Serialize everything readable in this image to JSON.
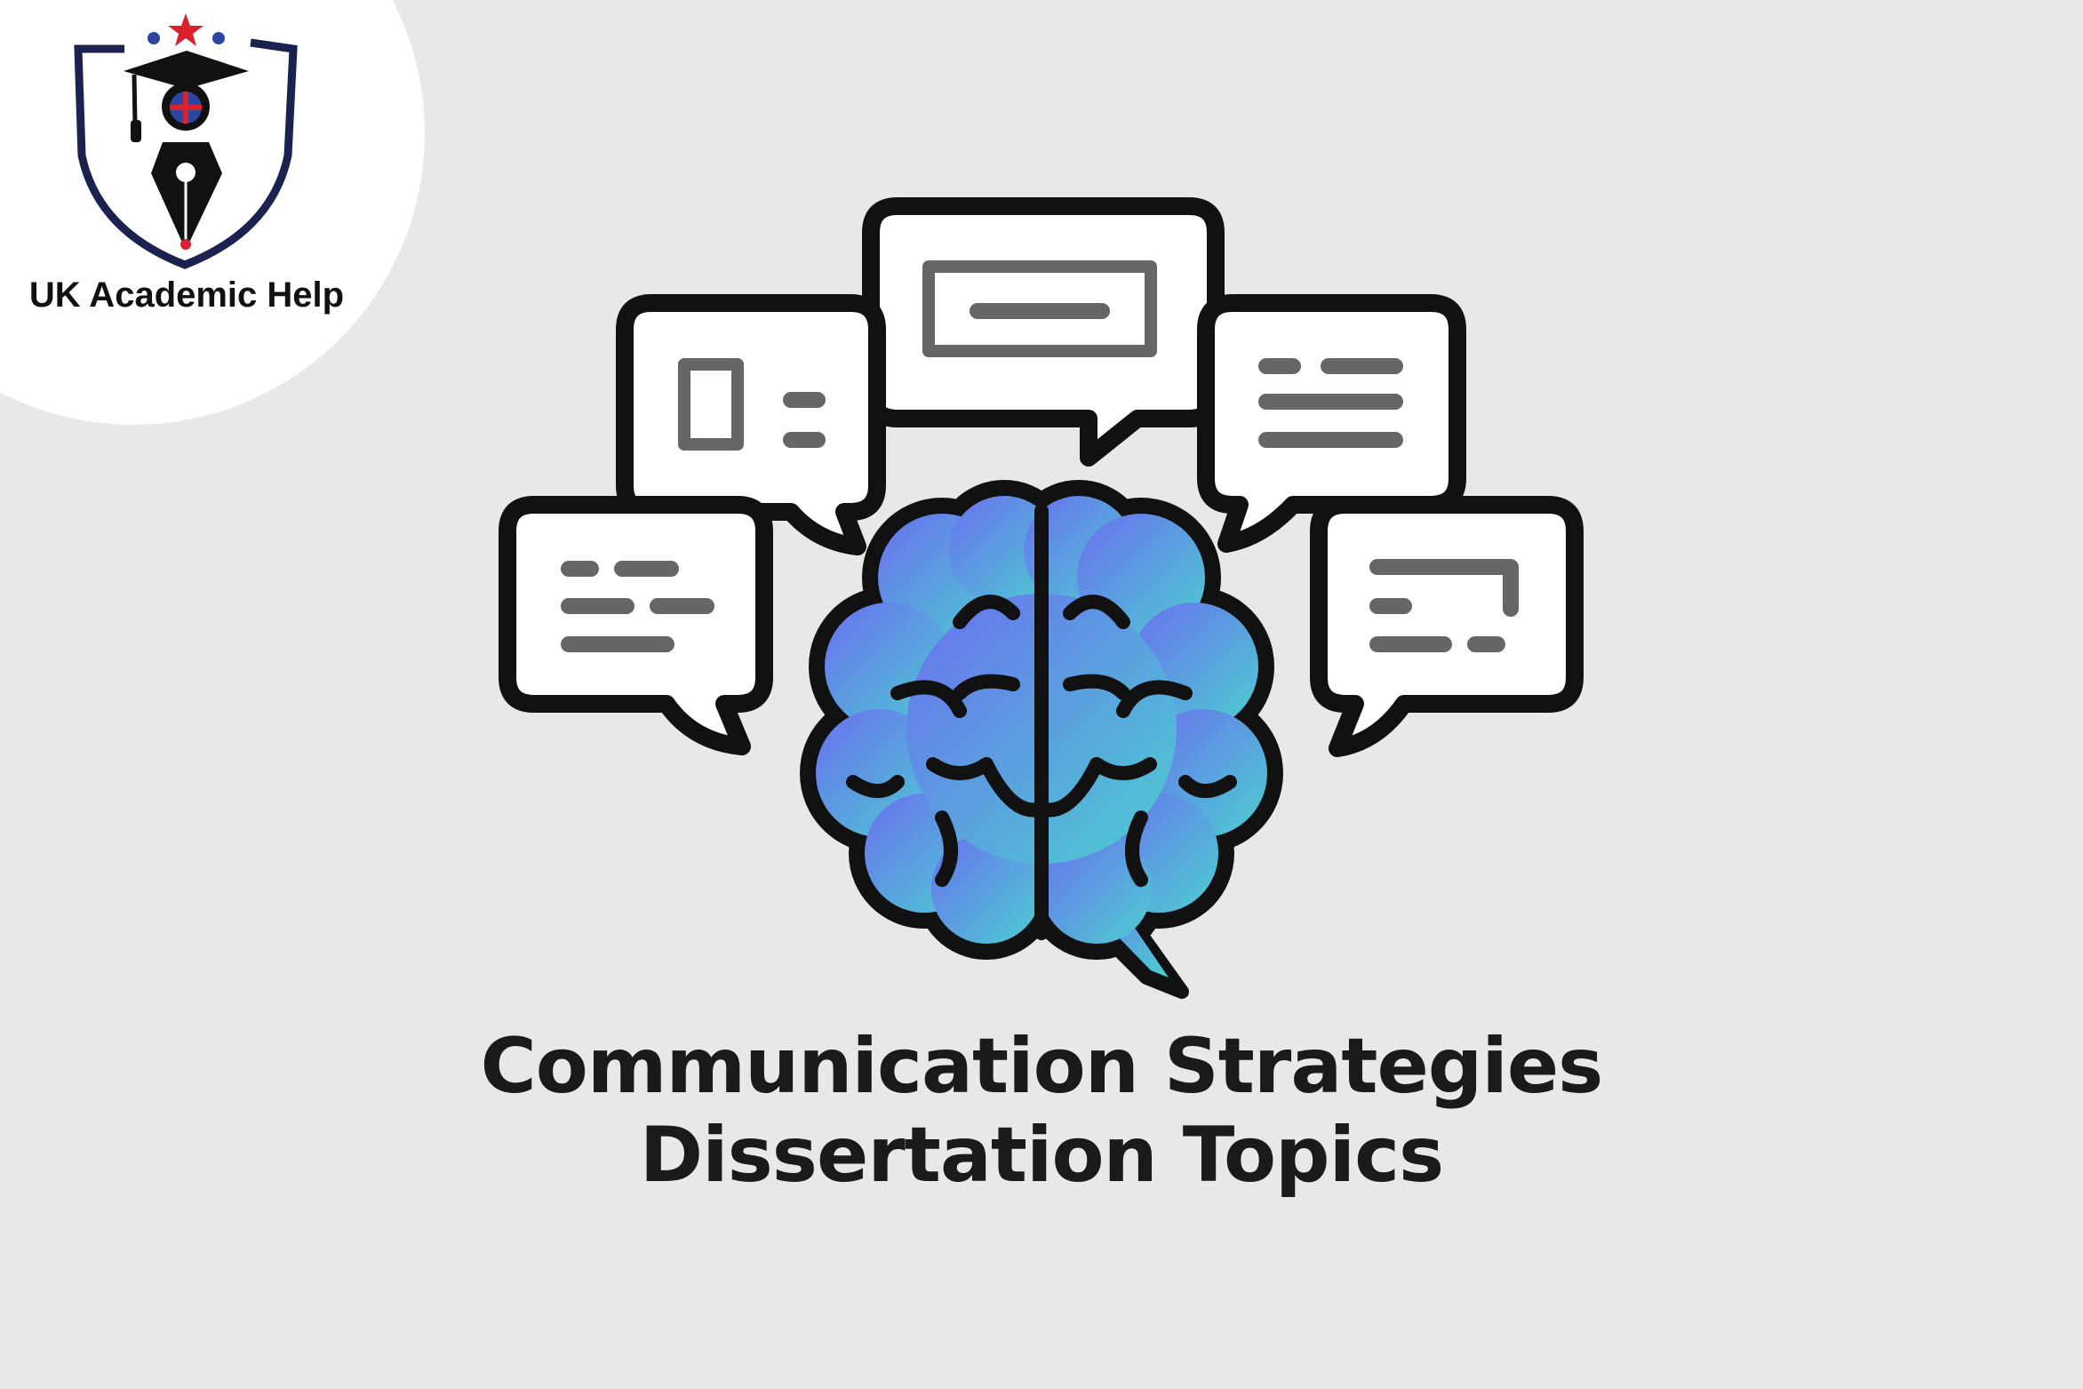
{
  "logo": {
    "text": "UK Academic Help"
  },
  "title": {
    "line1": "Communication Strategies",
    "line2": "Dissertation Topics"
  },
  "colors": {
    "background": "#e8e8e8",
    "brain_gradient_start": "#6a6ff0",
    "brain_gradient_end": "#4ccfd0",
    "outline": "#111111",
    "bubble_lines": "#666666"
  }
}
